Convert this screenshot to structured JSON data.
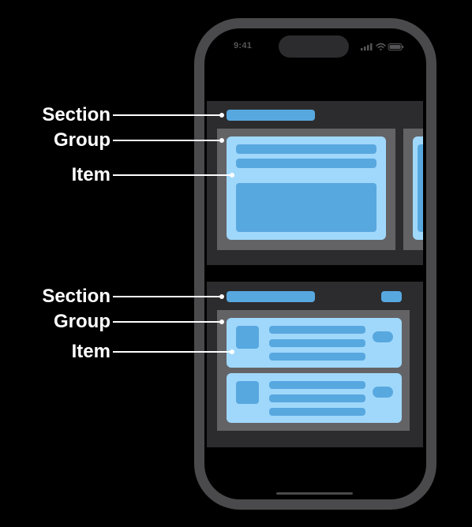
{
  "status_bar": {
    "time": "9:41"
  },
  "annotations": [
    {
      "key": "section-1",
      "label": "Section"
    },
    {
      "key": "group-1",
      "label": "Group"
    },
    {
      "key": "item-1",
      "label": "Item"
    },
    {
      "key": "section-2",
      "label": "Section"
    },
    {
      "key": "group-2",
      "label": "Group"
    },
    {
      "key": "item-2",
      "label": "Item"
    }
  ],
  "colors": {
    "background": "#000000",
    "phone_frame": "#4a4a4c",
    "section": "#2c2c2e",
    "group": "#636366",
    "item": "#a0d8fb",
    "placeholder": "#58a8e0",
    "label": "#ffffff"
  }
}
